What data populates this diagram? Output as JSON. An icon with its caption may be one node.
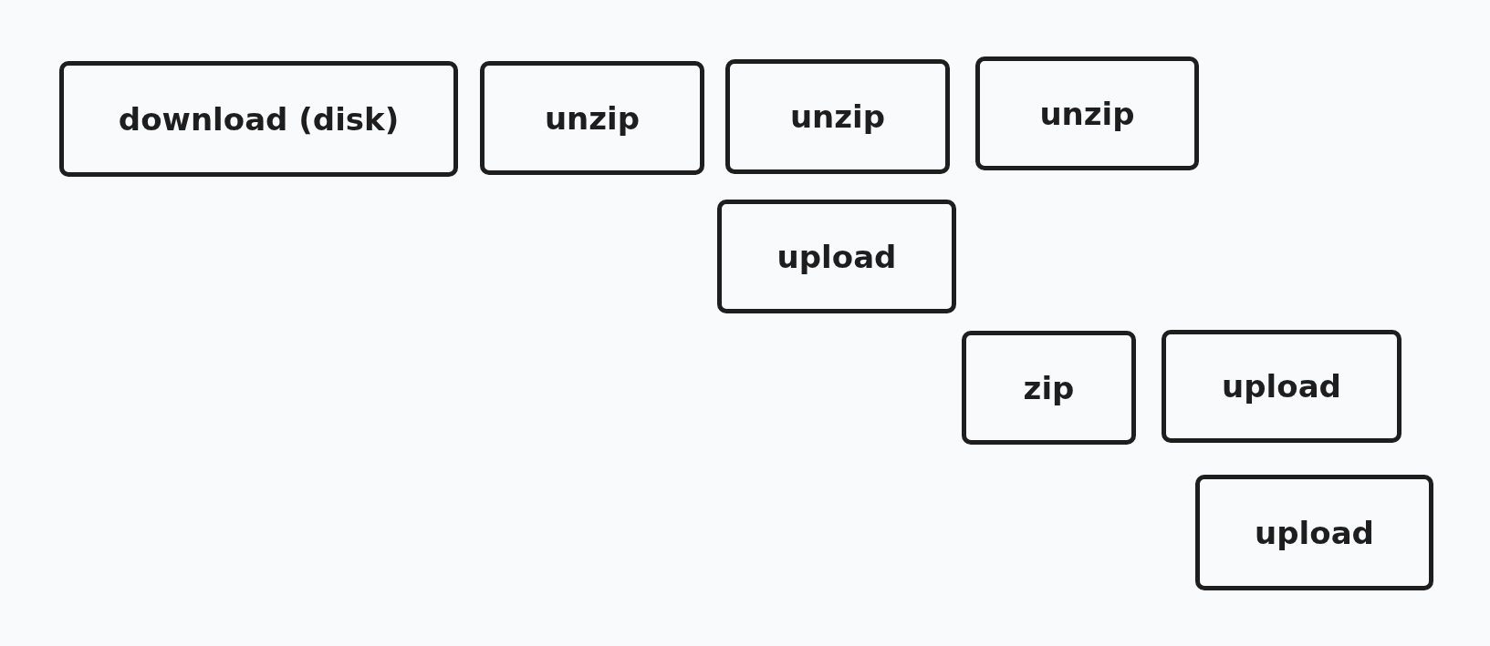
{
  "diagram": {
    "nodes": [
      {
        "text": [
          "download (disk)"
        ]
      },
      {
        "text": [
          "unzip"
        ]
      },
      {
        "text": [
          "unzip"
        ]
      },
      {
        "text": [
          "unzip"
        ]
      },
      {
        "text": [
          "upload"
        ]
      },
      {
        "text": [
          "zip"
        ]
      },
      {
        "text": [
          "upload"
        ]
      },
      {
        "text": [
          "upload"
        ]
      }
    ]
  }
}
